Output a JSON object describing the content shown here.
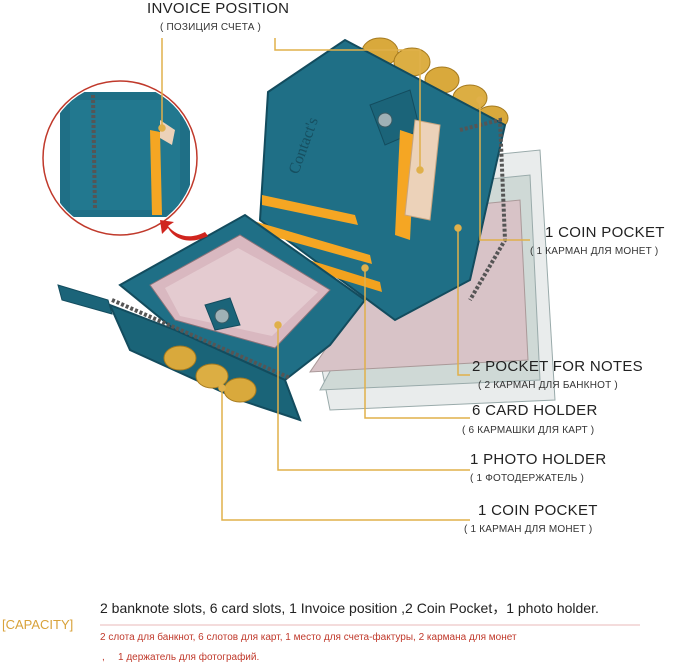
{
  "labels": {
    "invoice_title": "INVOICE POSITION",
    "invoice_sub": "( ПОЗИЦИЯ СЧЕТА )",
    "coin_top_title": "1 COIN POCKET",
    "coin_top_sub": "( 1 КАРМАН ДЛЯ МОНЕТ )",
    "notes_title": "2 POCKET FOR NOTES",
    "notes_sub": "( 2 КАРМАН ДЛЯ БАНКНОТ )",
    "card_title": "6 CARD HOLDER",
    "card_sub": "( 6 КАРМАШКИ ДЛЯ КАРТ )",
    "photo_title": "1 PHOTO HOLDER",
    "photo_sub": "( 1 ФОТОДЕРЖАТЕЛЬ )",
    "coin_bottom_title": "1 COIN POCKET",
    "coin_bottom_sub": "( 1 КАРМАН ДЛЯ МОНЕТ )"
  },
  "capacity": {
    "tag": "[CAPACITY]",
    "summary": "2 banknote slots, 6 card slots,  1 Invoice position ,2 Coin Pocket，1 photo holder.",
    "ru_line1": "2 слота для банкнот, 6 слотов для карт, 1 место для счета-фактуры, 2 кармана для монет",
    "ru_line2_prefix": ",",
    "ru_line2": "1 держатель для фотографий."
  },
  "colors": {
    "leather": "#1f6f86",
    "leather_dark": "#134c5e",
    "callout_line": "#e0b04a",
    "arrow": "#d0251e",
    "coin": "#d9a93c",
    "capacity_tag": "#d8a23a",
    "ru_text": "#c0392b"
  }
}
